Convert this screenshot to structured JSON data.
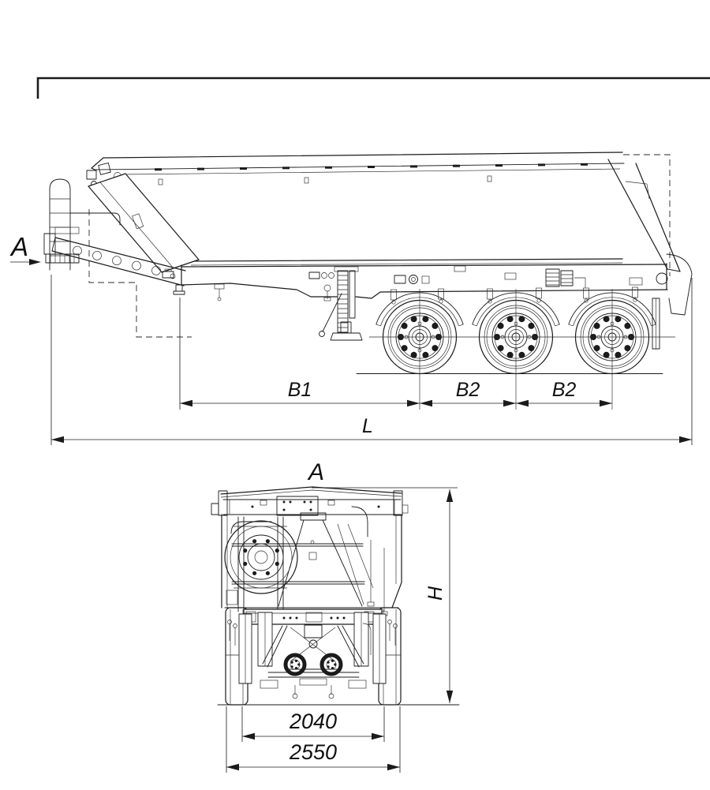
{
  "colors": {
    "line": "#1b1b1b",
    "background": "#ffffff"
  },
  "side_view": {
    "view_arrow_label": "A",
    "dim_kingpin_to_first_axle": "B1",
    "dim_axle_spacing_1": "B2",
    "dim_axle_spacing_2": "B2",
    "dim_overall_length": "L"
  },
  "front_view": {
    "view_label": "A",
    "dim_height": "H",
    "dim_track_width": "2040",
    "dim_overall_width": "2550"
  }
}
